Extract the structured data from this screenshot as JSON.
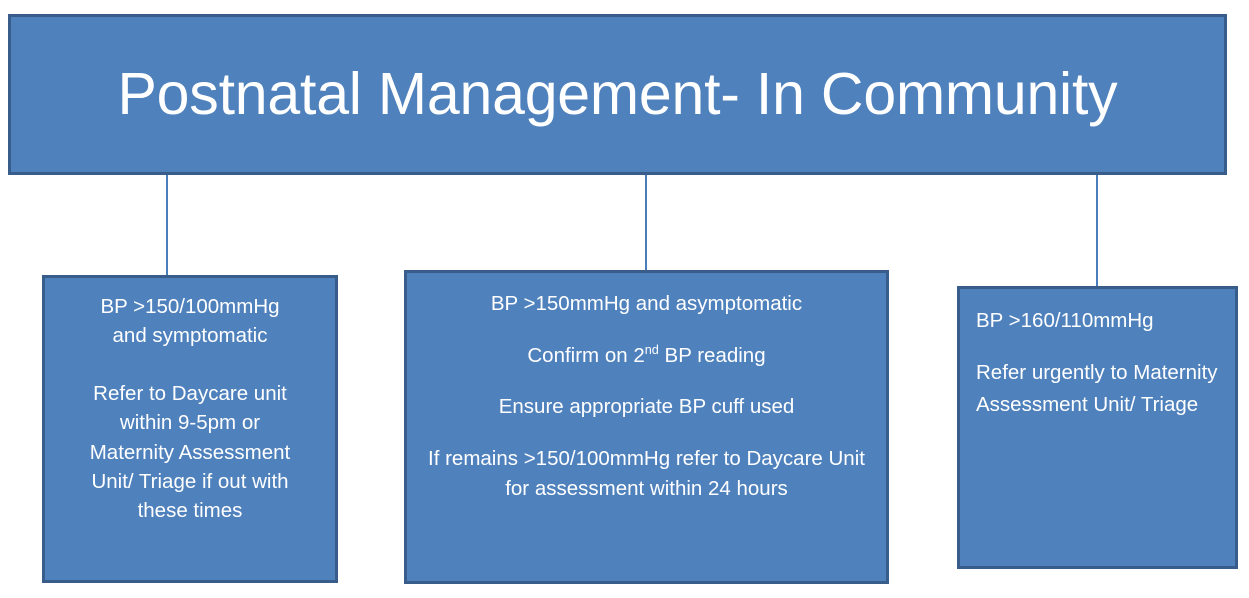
{
  "page": {
    "title": "Postnatal Management- In Community",
    "background_color": "#ffffff"
  },
  "theme": {
    "box_fill": "#4f81bd",
    "box_border": "#385d8a",
    "connector_color": "#4a7ebb",
    "text_color": "#ffffff"
  },
  "header": {
    "title": "Postnatal Management- In Community"
  },
  "nodes": [
    {
      "id": "left",
      "align": "center",
      "lines": [
        "BP >150/100mmHg",
        "and symptomatic",
        "",
        "Refer to Daycare unit",
        "within 9-5pm or",
        "Maternity Assessment",
        "Unit/ Triage if out with",
        "these times"
      ],
      "text": "BP >150/100mmHg and symptomatic  Refer to Daycare unit within 9-5pm or Maternity Assessment Unit/ Triage if out with these times"
    },
    {
      "id": "middle",
      "align": "center",
      "paragraphs": [
        "BP >150mmHg and asymptomatic",
        "Confirm on 2nd BP reading",
        "Ensure appropriate BP cuff used",
        "If remains >150/100mmHg refer to Daycare Unit for assessment within 24 hours"
      ],
      "p1": "BP >150mmHg and asymptomatic",
      "p2_before": "Confirm on 2",
      "p2_sup": "nd",
      "p2_after": " BP reading",
      "p3": "Ensure appropriate BP cuff used",
      "p4": "If remains >150/100mmHg refer to Daycare Unit for assessment within 24 hours"
    },
    {
      "id": "right",
      "align": "left",
      "p1": "BP >160/110mmHg",
      "p2": "Refer urgently to Maternity Assessment Unit/ Triage",
      "lines": [
        "BP >160/110mmHg",
        "",
        "Refer urgently to",
        "Maternity",
        "Assessment Unit/",
        "Triage"
      ]
    }
  ],
  "connectors": [
    {
      "id": "header-to-left",
      "from": "header",
      "to": "left"
    },
    {
      "id": "header-to-middle",
      "from": "header",
      "to": "middle"
    },
    {
      "id": "header-to-right",
      "from": "header",
      "to": "right"
    }
  ]
}
